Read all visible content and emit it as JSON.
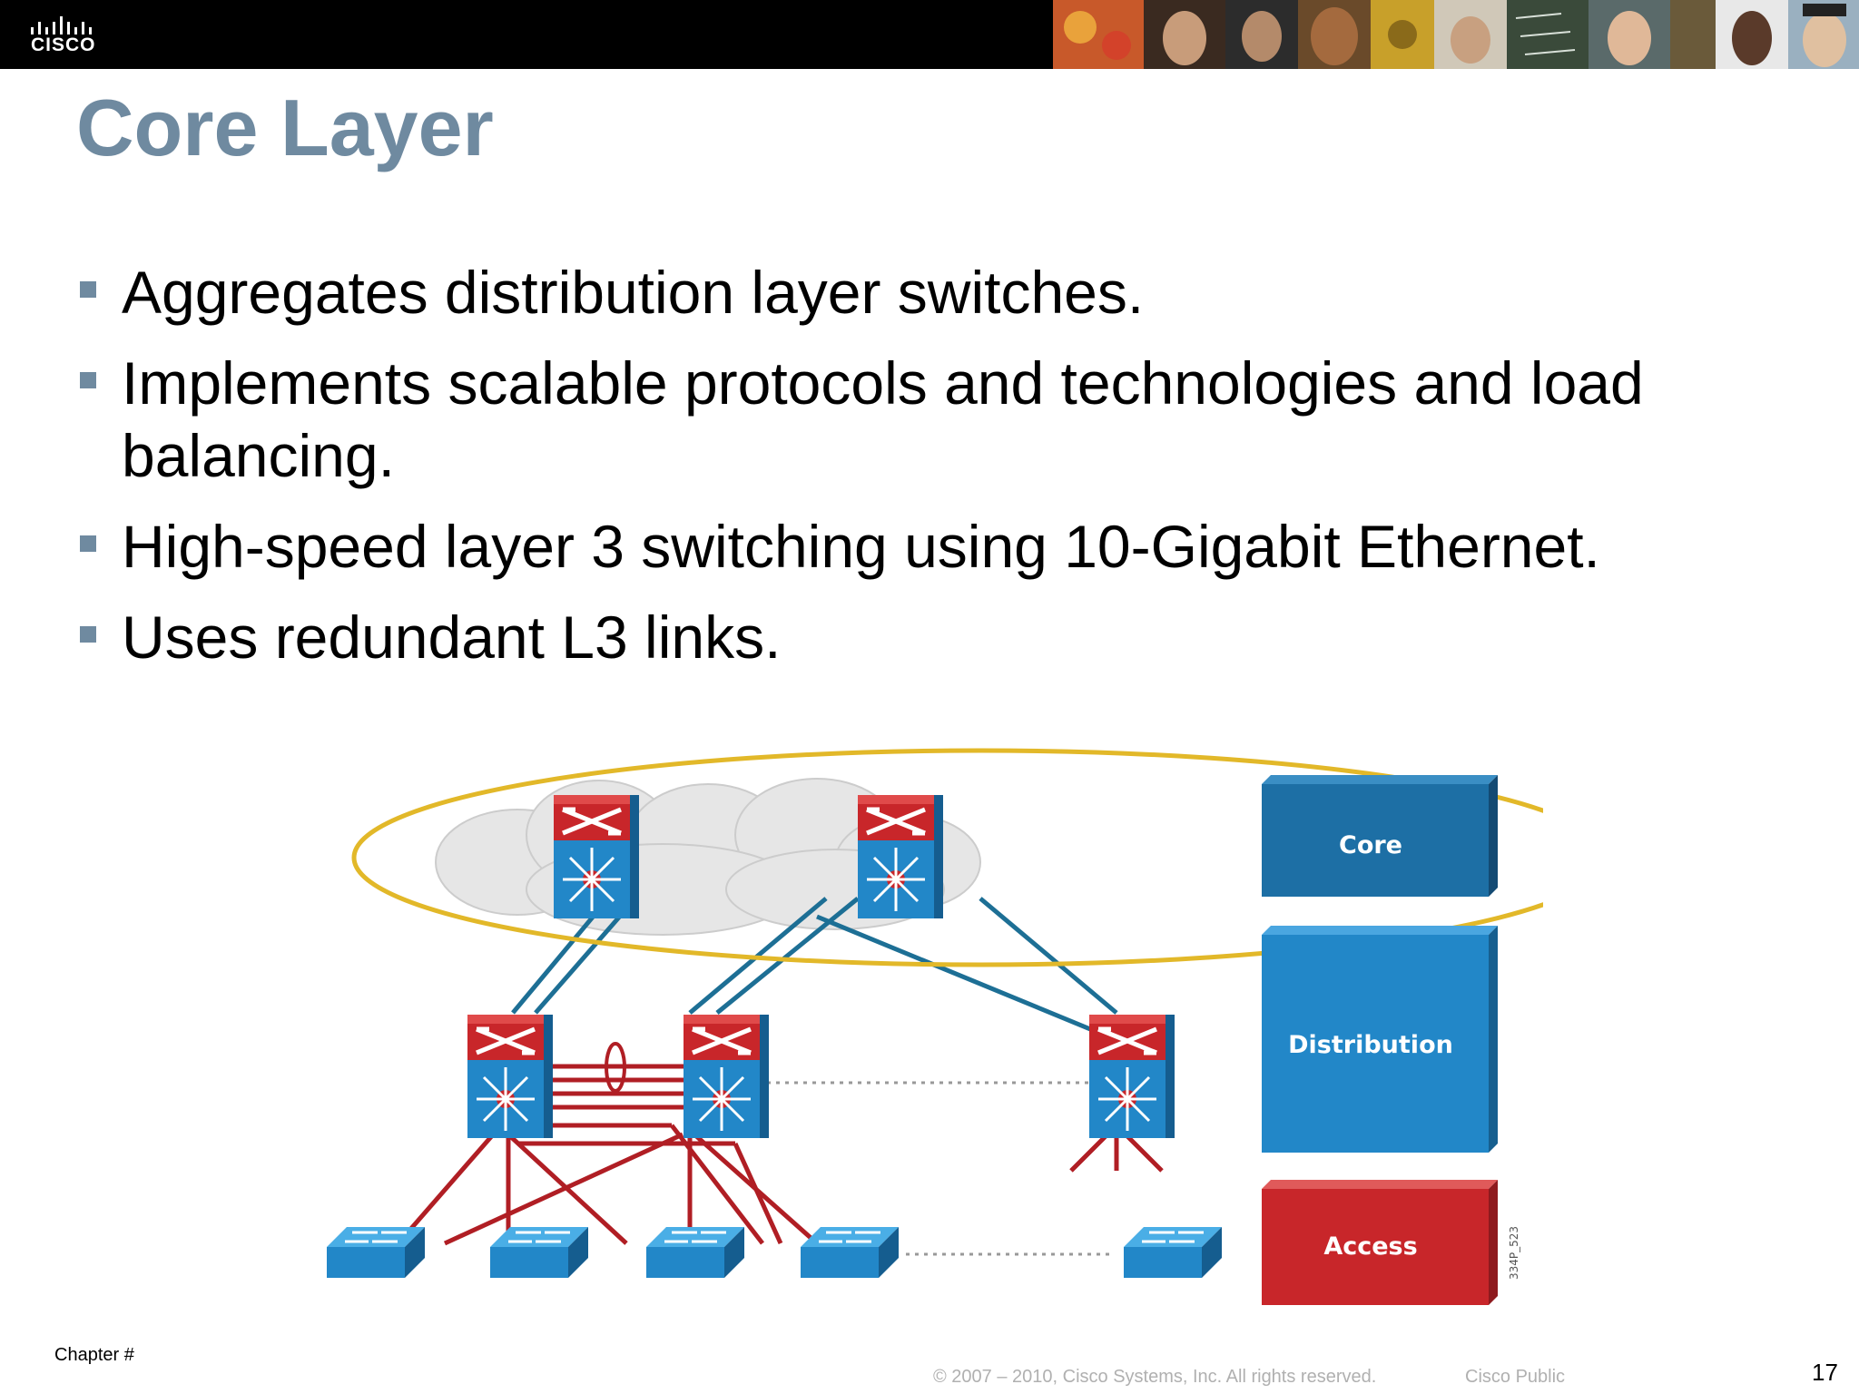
{
  "header": {
    "logo_text": "CISCO",
    "brand_color": "#000000"
  },
  "slide": {
    "title": "Core Layer",
    "title_color": "#6f8aa0",
    "bullets": [
      "Aggregates distribution layer switches.",
      "Implements scalable protocols and technologies and load balancing.",
      "High-speed layer 3 switching using 10-Gigabit Ethernet.",
      "Uses redundant L3 links."
    ]
  },
  "diagram": {
    "layers": [
      {
        "label": "Core",
        "color": "#1d6fa5"
      },
      {
        "label": "Distribution",
        "color": "#2287c8"
      },
      {
        "label": "Access",
        "color": "#c8262a"
      }
    ],
    "figure_code": "334P_523",
    "icons": {
      "multilayer_switch": "multilayer-switch-icon",
      "access_switch": "workgroup-switch-icon",
      "cloud": "cloud-icon",
      "ring": "core-ellipse"
    }
  },
  "footer": {
    "chapter": "Chapter #",
    "copyright": "© 2007 – 2010, Cisco Systems, Inc. All rights reserved.",
    "classification": "Cisco Public",
    "page_number": "17"
  }
}
